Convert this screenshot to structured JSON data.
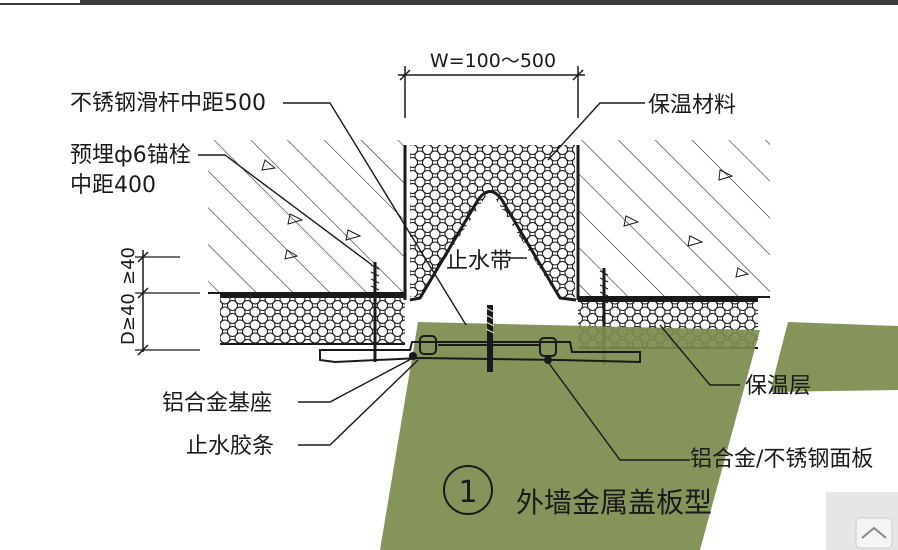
{
  "labels": {
    "width_dim": "W=100～500",
    "slide_bar": "不锈钢滑杆中距500",
    "anchor_line1": "预埋ф6锚栓",
    "anchor_line2": "中距400",
    "insulation_material": "保温材料",
    "water_stop_belt": "止水带",
    "dim_upper": "≥40",
    "dim_lower": "D≥40",
    "insulation_layer": "保温层",
    "alu_base": "铝合金基座",
    "rubber_strip": "止水胶条",
    "face_plate": "铝合金/不锈钢面板",
    "detail_number": "1",
    "detail_title": "外墙金属盖板型"
  },
  "colors": {
    "line": "#1a1a1a",
    "green_overlay": "#7c8c4f",
    "background": "#ffffff"
  },
  "icons": {
    "corner_button": "chevron-up-icon"
  }
}
